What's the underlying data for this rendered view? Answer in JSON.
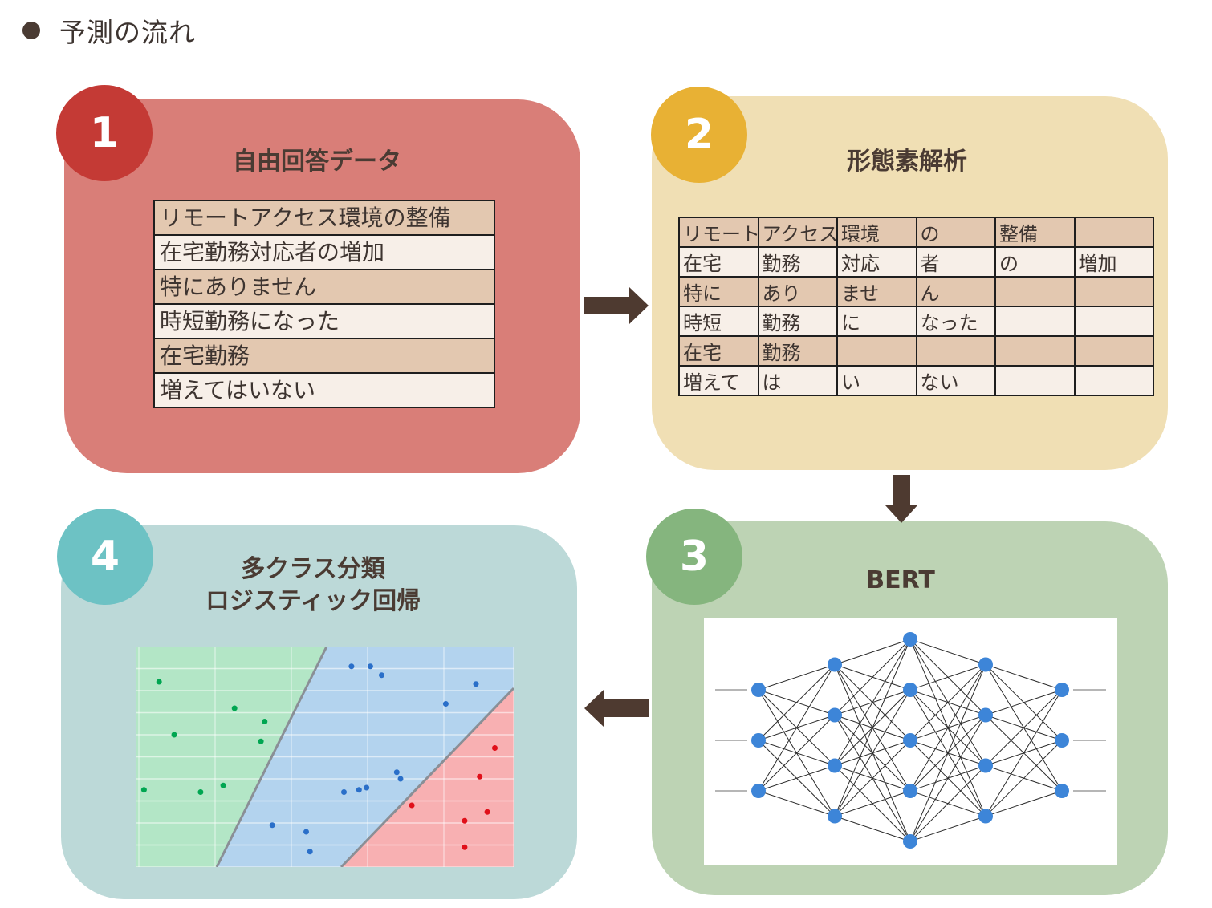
{
  "heading": "予測の流れ",
  "steps": {
    "step1": {
      "number": "1",
      "title": "自由回答データ",
      "rows": [
        "リモートアクセス環境の整備",
        "在宅勤務対応者の増加",
        "特にありません",
        "時短勤務になった",
        "在宅勤務",
        "増えてはいない"
      ]
    },
    "step2": {
      "number": "2",
      "title": "形態素解析",
      "rows": [
        [
          "リモート",
          "アクセス",
          "環境",
          "の",
          "整備",
          ""
        ],
        [
          "在宅",
          "勤務",
          "対応",
          "者",
          "の",
          "増加"
        ],
        [
          "特に",
          "あり",
          "ませ",
          "ん",
          "",
          ""
        ],
        [
          "時短",
          "勤務",
          "に",
          "なった",
          "",
          ""
        ],
        [
          "在宅",
          "勤務",
          "",
          "",
          "",
          ""
        ],
        [
          "増えて",
          "は",
          "い",
          "ない",
          "",
          ""
        ]
      ]
    },
    "step3": {
      "number": "3",
      "title": "BERT"
    },
    "step4": {
      "number": "4",
      "title_line1": "多クラス分類",
      "title_line2": "ロジスティック回帰"
    }
  },
  "colors": {
    "step1_bg": "#d97e78",
    "step1_badge": "#c43a35",
    "step2_bg": "#f0dfb4",
    "step2_badge": "#e8b134",
    "step3_bg": "#bdd3b4",
    "step3_badge": "#85b57e",
    "step4_bg": "#bcd9d8",
    "step4_badge": "#6dc2c4",
    "arrow": "#4e3a30",
    "node": "#3d85d8",
    "class_green": "#00a651",
    "class_blue": "#2a6fc9",
    "class_red": "#e0101a"
  },
  "network": {
    "layers": [
      3,
      4,
      5,
      4,
      3
    ]
  },
  "chart_data": {
    "type": "scatter",
    "series": [
      {
        "class": "green",
        "points": [
          [
            0.06,
            0.16
          ],
          [
            0.1,
            0.4
          ],
          [
            0.26,
            0.28
          ],
          [
            0.34,
            0.34
          ],
          [
            0.33,
            0.43
          ],
          [
            0.02,
            0.65
          ],
          [
            0.17,
            0.66
          ],
          [
            0.23,
            0.63
          ]
        ]
      },
      {
        "class": "blue",
        "points": [
          [
            0.57,
            0.09
          ],
          [
            0.62,
            0.09
          ],
          [
            0.65,
            0.13
          ],
          [
            0.82,
            0.26
          ],
          [
            0.9,
            0.17
          ],
          [
            0.55,
            0.66
          ],
          [
            0.59,
            0.65
          ],
          [
            0.61,
            0.64
          ],
          [
            0.69,
            0.57
          ],
          [
            0.7,
            0.6
          ],
          [
            0.36,
            0.81
          ],
          [
            0.45,
            0.84
          ],
          [
            0.46,
            0.93
          ]
        ]
      },
      {
        "class": "red",
        "points": [
          [
            0.95,
            0.46
          ],
          [
            0.91,
            0.59
          ],
          [
            0.73,
            0.72
          ],
          [
            0.87,
            0.79
          ],
          [
            0.93,
            0.75
          ],
          [
            0.87,
            0.91
          ]
        ]
      }
    ]
  }
}
